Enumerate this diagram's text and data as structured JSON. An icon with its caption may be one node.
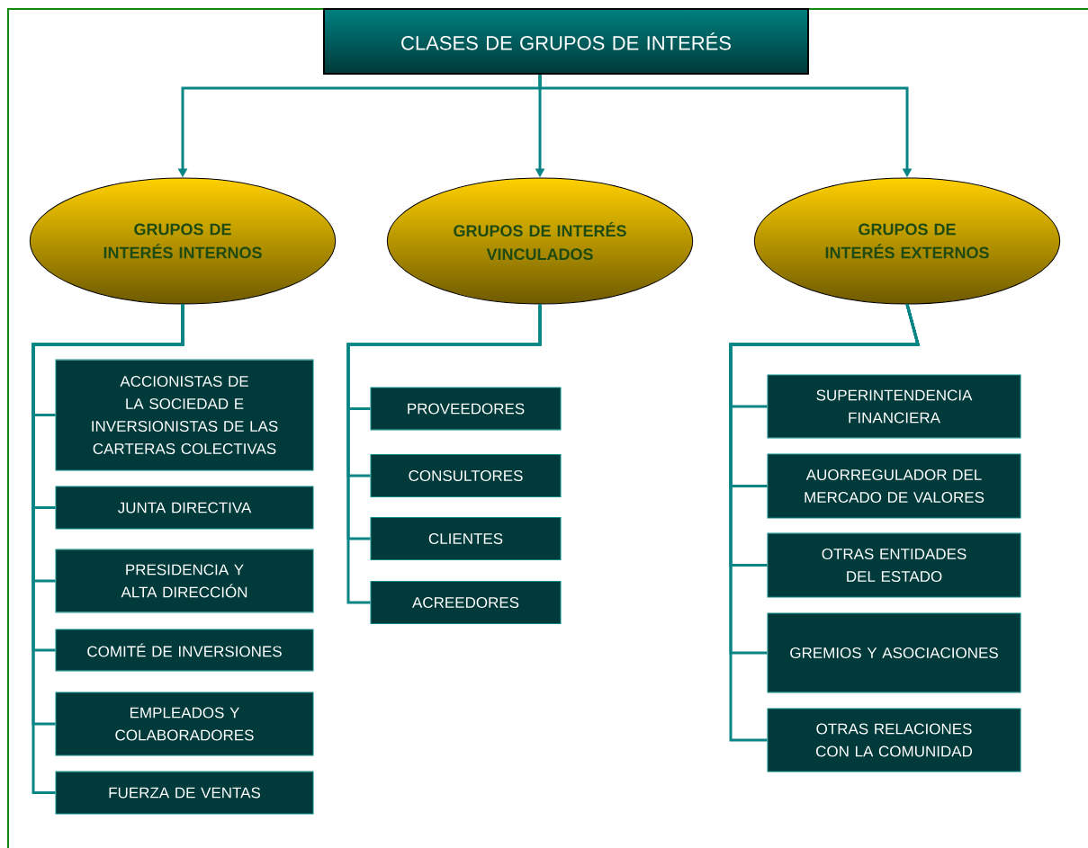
{
  "diagram": {
    "nodes": [
      {
        "text": [
          "CLASES DE GRUPOS DE INTERÉS"
        ]
      },
      {
        "text": [
          "GRUPOS DE INTERÉS INTERNOS"
        ]
      },
      {
        "text": [
          "GRUPOS DE INTERÉS VINCULADOS"
        ]
      },
      {
        "text": [
          "GRUPOS DE INTERÉS EXTERNOS"
        ]
      },
      {
        "text": [
          "ACCIONISTAS DE LA SOCIEDAD E INVERSIONISTAS DE LAS CARTERAS COLECTIVAS"
        ]
      },
      {
        "text": [
          "JUNTA DIRECTIVA"
        ]
      },
      {
        "text": [
          "PRESIDENCIA Y ALTA DIRECCIÓN"
        ]
      },
      {
        "text": [
          "COMITÉ DE INVERSIONES"
        ]
      },
      {
        "text": [
          "EMPLEADOS Y COLABORADORES"
        ]
      },
      {
        "text": [
          "FUERZA DE VENTAS"
        ]
      },
      {
        "text": [
          "PROVEEDORES"
        ]
      },
      {
        "text": [
          "CONSULTORES"
        ]
      },
      {
        "text": [
          "CLIENTES"
        ]
      },
      {
        "text": [
          "ACREEDORES"
        ]
      },
      {
        "text": [
          "SUPERINTENDENCIA FINANCIERA"
        ]
      },
      {
        "text": [
          "AUORREGULADOR DEL MERCADO DE VALORES"
        ]
      },
      {
        "text": [
          "OTRAS ENTIDADES DEL ESTADO"
        ]
      },
      {
        "text": [
          "GREMIOS Y ASOCIACIONES"
        ]
      },
      {
        "text": [
          "OTRAS RELACIONES CON LA COMUNIDAD"
        ]
      }
    ],
    "edges": [
      {
        "from": 0,
        "to": 1,
        "arrow": "to"
      },
      {
        "from": 0,
        "to": 2,
        "arrow": "to"
      },
      {
        "from": 0,
        "to": 3,
        "arrow": "to"
      },
      {
        "from": 1,
        "to": 4,
        "arrow": "none"
      },
      {
        "from": 1,
        "to": 5,
        "arrow": "none"
      },
      {
        "from": 1,
        "to": 6,
        "arrow": "none"
      },
      {
        "from": 1,
        "to": 7,
        "arrow": "none"
      },
      {
        "from": 1,
        "to": 8,
        "arrow": "none"
      },
      {
        "from": 1,
        "to": 9,
        "arrow": "none"
      },
      {
        "from": 2,
        "to": 10,
        "arrow": "none"
      },
      {
        "from": 2,
        "to": 11,
        "arrow": "none"
      },
      {
        "from": 2,
        "to": 12,
        "arrow": "none"
      },
      {
        "from": 2,
        "to": 13,
        "arrow": "none"
      },
      {
        "from": 3,
        "to": 14,
        "arrow": "none"
      },
      {
        "from": 3,
        "to": 15,
        "arrow": "none"
      },
      {
        "from": 3,
        "to": 16,
        "arrow": "none"
      },
      {
        "from": 3,
        "to": 17,
        "arrow": "none"
      },
      {
        "from": 3,
        "to": 18,
        "arrow": "none"
      }
    ]
  }
}
